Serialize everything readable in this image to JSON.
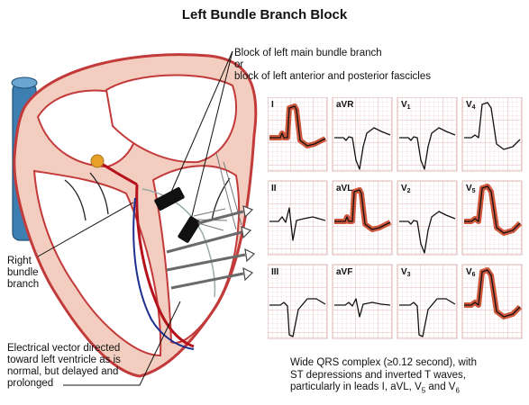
{
  "title": "Left Bundle Branch Block",
  "callouts": {
    "block": [
      "Block of left main bundle branch",
      "or",
      "block of left anterior and posterior fascicles"
    ],
    "right_bundle": [
      "Right",
      "bundle",
      "branch"
    ],
    "vector": [
      "Electrical vector directed",
      "toward left ventricle as is",
      "normal, but delayed and",
      "prolonged"
    ]
  },
  "ecg": {
    "leads": [
      {
        "name": "I",
        "sub": "",
        "highlight": true
      },
      {
        "name": "aVR",
        "sub": "",
        "highlight": false
      },
      {
        "name": "V",
        "sub": "1",
        "highlight": false
      },
      {
        "name": "V",
        "sub": "4",
        "highlight": false
      },
      {
        "name": "II",
        "sub": "",
        "highlight": false
      },
      {
        "name": "aVL",
        "sub": "",
        "highlight": true
      },
      {
        "name": "V",
        "sub": "2",
        "highlight": false
      },
      {
        "name": "V",
        "sub": "5",
        "highlight": true
      },
      {
        "name": "III",
        "sub": "",
        "highlight": false
      },
      {
        "name": "aVF",
        "sub": "",
        "highlight": false
      },
      {
        "name": "V",
        "sub": "3",
        "highlight": false
      },
      {
        "name": "V",
        "sub": "6",
        "highlight": true
      }
    ]
  },
  "caption": {
    "line1": "Wide QRS complex (≥0.12 second), with",
    "line2": "ST depressions and inverted T waves,",
    "line3_pre": "particularly in leads I, aVL, V",
    "line3_sub1": "5",
    "line3_mid": " and V",
    "line3_sub2": "6"
  },
  "colors": {
    "heart_fill": "#f3cdbf",
    "heart_outline": "#c23a3a",
    "conduction_red": "#b5121b",
    "conduction_blue": "#1d2f8f",
    "aorta_blue": "#3d7fb0",
    "ecg_grid": "#d9a6a6",
    "ecg_highlight": "#c63a1a",
    "block_black": "#111111"
  }
}
